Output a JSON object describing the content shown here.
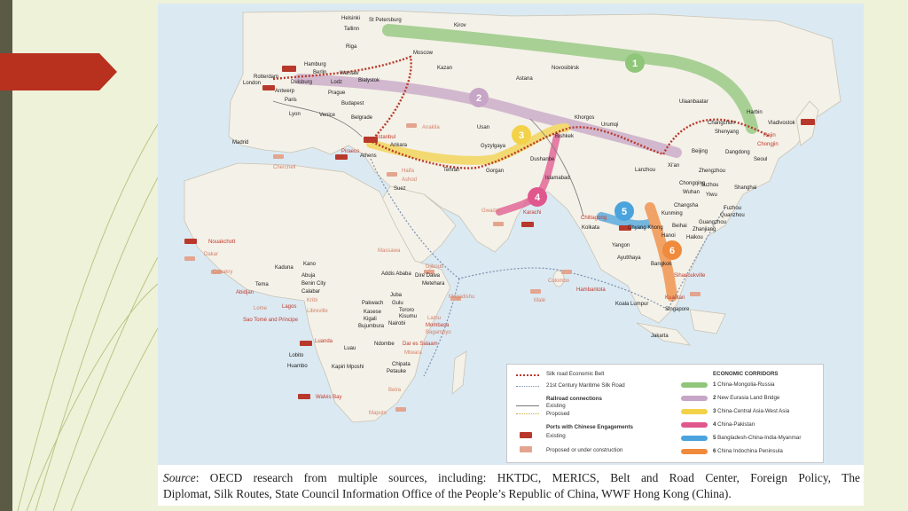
{
  "caption": {
    "label": "Source",
    "line1": ": OECD research from multiple sources, including: HKTDC, MERICS, Belt and Road Center, Foreign Policy, The",
    "line2": "Diplomat, Silk Routes, State Council Information Office of the People’s Republic of China, WWF Hong Kong (China)."
  },
  "colors": {
    "slide_bg": "#eef2d9",
    "sidebar": "#5b5a45",
    "arrow": "#b8301e",
    "land": "#f4f1e8",
    "sea": "#dbe9f2",
    "silk_road": "#b8392b",
    "maritime": "#7c8fb0"
  },
  "legend": {
    "silk_road": "Silk road Economic Belt",
    "maritime": "21st Century Maritime Silk Road",
    "rail_title": "Railroad connections",
    "rail_existing": "Existing",
    "rail_proposed": "Proposed",
    "ports_title": "Ports with Chinese Engagements",
    "ports_existing": "Existing",
    "ports_proposed": "Proposed or under construction",
    "corridors_title": "ECONOMIC CORRIDORS",
    "corridors": [
      {
        "num": "1",
        "name": "China-Mongolia-Russia",
        "color": "#8fc67a"
      },
      {
        "num": "2",
        "name": "New Eurasia Land Bridge",
        "color": "#c7a5c6"
      },
      {
        "num": "3",
        "name": "China-Central Asia-West Asia",
        "color": "#f3d24a"
      },
      {
        "num": "4",
        "name": "China-Pakistan",
        "color": "#e0578e"
      },
      {
        "num": "5",
        "name": "Bangladesh-China-India-Myanmar",
        "color": "#4aa3dd"
      },
      {
        "num": "6",
        "name": "China Indochina Peninsula",
        "color": "#f08a3c"
      }
    ]
  },
  "cities": {
    "helsinki": "Helsinki",
    "st_petersburg": "St Petersburg",
    "tallinn": "Tallinn",
    "kirov": "Kirov",
    "riga": "Riga",
    "moscow": "Moscow",
    "hamburg": "Hamburg",
    "berlin": "Berlin",
    "rotterdam": "Rotterdam",
    "london": "London",
    "duisburg": "Duisburg",
    "warsaw": "Warsaw",
    "lodz": "Lodz",
    "bialystok": "Bialystok",
    "kazan": "Kazan",
    "novosibirsk": "Novosibirsk",
    "antwerp": "Antwerp",
    "paris": "Paris",
    "prague": "Prague",
    "budapest": "Budapest",
    "lyon": "Lyon",
    "venice": "Venice",
    "belgrade": "Belgrade",
    "madrid": "Madrid",
    "astana": "Astana",
    "ulaanbaatar": "Ulaanbaatar",
    "harbin": "Harbin",
    "changchun": "Changchun",
    "shenyang": "Shenyang",
    "vladivostok": "Vladivostok",
    "rajin": "Rajin",
    "chongjin": "Chongjin",
    "anaklia": "Anaklia",
    "istanbul": "Istanbul",
    "ankara": "Ankara",
    "usan": "Usan",
    "gyzylgaya": "Gyzylgaya",
    "khorgos": "Khorgos",
    "urumqi": "Urumqi",
    "bishkek": "Bishkek",
    "beijing": "Beijing",
    "dangdong": "Dangdong",
    "seoul": "Seoul",
    "piraeus": "Piraeus",
    "athens": "Athens",
    "cherchell": "Cherchell",
    "haifa": "Haifa",
    "ashod": "Ashod",
    "suez": "Suez",
    "tehran": "Tehran",
    "gorgan": "Gorgan",
    "dushanbe": "Dushanbe",
    "lanzhou": "Lanzhou",
    "xian": "Xi'an",
    "zhengzhou": "Zhengzhou",
    "islamabad": "Islamabad",
    "chongqing": "Chongqing",
    "suzhou": "Suzhou",
    "shanghai": "Shanghai",
    "wuhan": "Wuhan",
    "yiwu": "Yiwu",
    "changsha": "Changsha",
    "fuzhou": "Fuzhou",
    "quanzhou": "Quanzhou",
    "kunming": "Kunming",
    "guangzhou": "Guangzhou",
    "gwadar": "Gwadar",
    "karachi": "Karachi",
    "chittagong": "Chittagong",
    "kolkata": "Kolkata",
    "kyaukphyu": "Chyang Khong",
    "beihai": "Beihai",
    "zhanjiang": "Zhanjiang",
    "hanoi": "Hanoi",
    "haikou": "Haikou",
    "nouakchott": "Nouakchott",
    "dakar": "Dakar",
    "conakry": "Conakry",
    "kano": "Kano",
    "kaduna": "Kaduna",
    "abuja": "Abuja",
    "benin_city": "Benin City",
    "tema": "Tema",
    "calabar": "Calabar",
    "abidjan": "Abidjan",
    "kribi": "Kribi",
    "lagos": "Lagos",
    "lome": "Lome",
    "libreville": "Libreville",
    "sao_tome": "Sao Tomé and Principe",
    "massawa": "Massawa",
    "djibouti": "Djibouti",
    "addis_ababa": "Addis Ababa",
    "dire_dawa": "Dire Dawa",
    "metehara": "Metehara",
    "yangon": "Yangon",
    "ayutthaya": "Ayutthaya",
    "bangkok": "Bangkok",
    "colombo": "Colombo",
    "hambantota": "Hambantota",
    "sihanoukville": "Sihanoukville",
    "juba": "Juba",
    "gulu": "Gulu",
    "pakwach": "Pakwach",
    "tororo": "Tororo",
    "kasese": "Kasese",
    "kisumu": "Kisumu",
    "kigali": "Kigali",
    "nairobi": "Nairobi",
    "bujumbura": "Bujumbura",
    "mogadishu": "Mogadishu",
    "lamu": "Lamu",
    "mombasa": "Mombasa",
    "bagamoyo": "Bagamoyo",
    "male": "Malé",
    "kuantan": "Kuantan",
    "kuala_lumpur": "Koala Lumpur",
    "singapore": "Singapore",
    "luanda": "Luanda",
    "luau": "Luau",
    "lobito": "Lobito",
    "ndombe": "Ndombe",
    "dar_es_salaam": "Dar es Salaam",
    "huambo": "Huambo",
    "kapiri": "Kapiri Mposhi",
    "mtwara": "Mtwara",
    "chipata": "Chipata",
    "petauke": "Petauke",
    "jakarta": "Jakarta",
    "beira": "Beira",
    "walvis_bay": "Walvis Bay",
    "maputo": "Maputo"
  }
}
